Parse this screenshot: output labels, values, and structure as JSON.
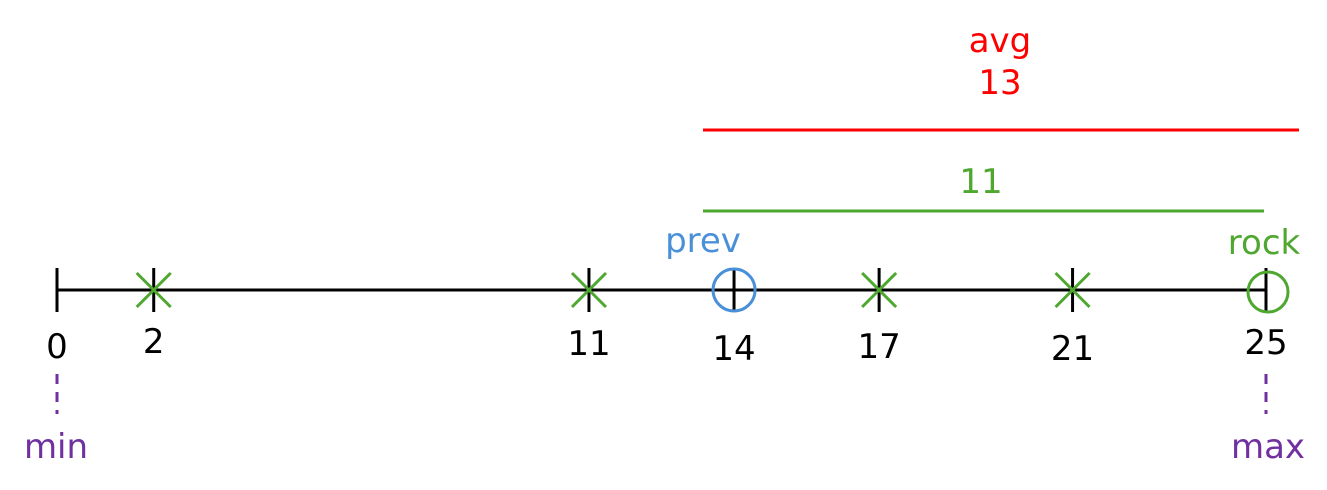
{
  "colors": {
    "axis": "#000000",
    "cross": "#4ea72e",
    "prev": "#4a90d9",
    "rock": "#4ea72e",
    "avg": "#ff0000",
    "span": "#4ea72e",
    "minmax": "#7030a0"
  },
  "number_line": {
    "domain": [
      0,
      25
    ],
    "ticks": [
      {
        "value": 0,
        "label": "0",
        "marker": "none"
      },
      {
        "value": 2,
        "label": "2",
        "marker": "cross"
      },
      {
        "value": 11,
        "label": "11",
        "marker": "cross"
      },
      {
        "value": 14,
        "label": "14",
        "marker": "circle-prev"
      },
      {
        "value": 17,
        "label": "17",
        "marker": "cross"
      },
      {
        "value": 21,
        "label": "21",
        "marker": "cross"
      },
      {
        "value": 25,
        "label": "25",
        "marker": "circle-rock"
      }
    ]
  },
  "prev_label": "prev",
  "rock_label": "rock",
  "min_label": "min",
  "max_label": "max",
  "avg": {
    "title": "avg",
    "value": "13",
    "from": 14,
    "to": 26
  },
  "span": {
    "value": "11",
    "from": 14,
    "to": 25
  }
}
